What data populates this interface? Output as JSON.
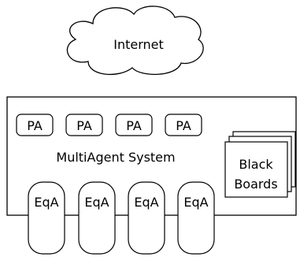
{
  "cloud": {
    "label": "Internet"
  },
  "system": {
    "label": "MultiAgent System"
  },
  "pa_agents": [
    {
      "label": "PA"
    },
    {
      "label": "PA"
    },
    {
      "label": "PA"
    },
    {
      "label": "PA"
    }
  ],
  "eqa_agents": [
    {
      "label": "EqA"
    },
    {
      "label": "EqA"
    },
    {
      "label": "EqA"
    },
    {
      "label": "EqA"
    }
  ],
  "blackboards": {
    "line1": "Black",
    "line2": "Boards"
  }
}
